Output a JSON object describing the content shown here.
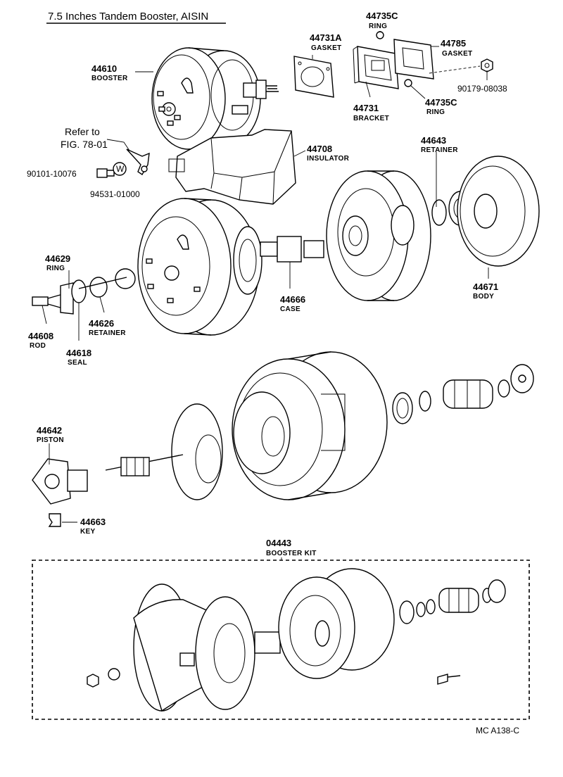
{
  "title": "7.5 Inches Tandem Booster, AISIN",
  "figure_code": "MC   A138-C",
  "refer_to": [
    "Refer to",
    "FIG. 78-01"
  ],
  "parts": {
    "p44610": {
      "number": "44610",
      "name": "BOOSTER"
    },
    "p44731A": {
      "number": "44731A",
      "name": "GASKET"
    },
    "p44735C_top": {
      "number": "44735C",
      "name": "RING"
    },
    "p44785": {
      "number": "44785",
      "name": "GASKET"
    },
    "p90179": {
      "number": "90179-08038"
    },
    "p44731": {
      "number": "44731",
      "name": "BRACKET"
    },
    "p44735C_bottom": {
      "number": "44735C",
      "name": "RING"
    },
    "p44708": {
      "number": "44708",
      "name": "INSULATOR"
    },
    "p90101": {
      "number": "90101-10076"
    },
    "p94531": {
      "number": "94531-01000"
    },
    "p44643": {
      "number": "44643",
      "name": "RETAINER"
    },
    "p44629": {
      "number": "44629",
      "name": "RING"
    },
    "p44666": {
      "number": "44666",
      "name": "CASE"
    },
    "p44671": {
      "number": "44671",
      "name": "BODY"
    },
    "p44626": {
      "number": "44626",
      "name": "RETAINER"
    },
    "p44608": {
      "number": "44608",
      "name": "ROD"
    },
    "p44618": {
      "number": "44618",
      "name": "SEAL"
    },
    "p44642": {
      "number": "44642",
      "name": "PISTON"
    },
    "p44663": {
      "number": "44663",
      "name": "KEY"
    },
    "p04443": {
      "number": "04443",
      "name": "BOOSTER KIT"
    }
  }
}
